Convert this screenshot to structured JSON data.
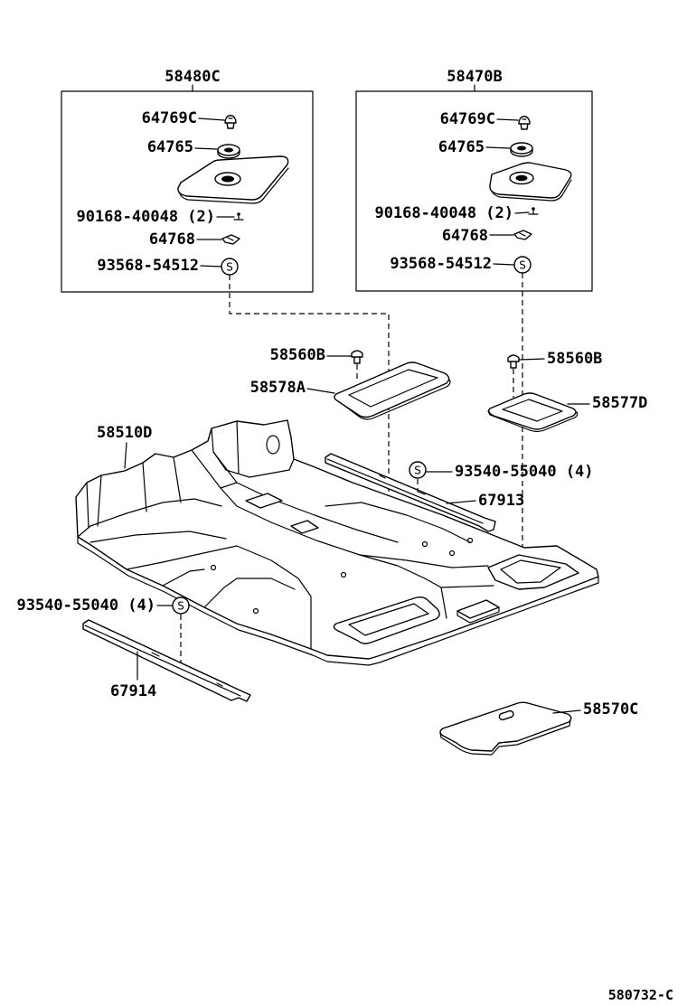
{
  "groups": {
    "left": {
      "title": "58480C",
      "items": [
        "64769C",
        "64765",
        "90168-40048 (2)",
        "64768",
        "93568-54512"
      ]
    },
    "right": {
      "title": "58470B",
      "items": [
        "64769C",
        "64765",
        "90168-40048 (2)",
        "64768",
        "93568-54512"
      ]
    }
  },
  "parts": {
    "clip_left": "58560B",
    "frame_left": "58578A",
    "clip_right": "58560B",
    "frame_right": "58577D",
    "floor_carpet": "58510D",
    "fastener_right": "93540-55040 (4)",
    "strip_right": "67913",
    "fastener_left": "93540-55040 (4)",
    "strip_left": "67914",
    "rear_mat": "58570C"
  },
  "symbol": "S",
  "figure_id": "580732-C"
}
